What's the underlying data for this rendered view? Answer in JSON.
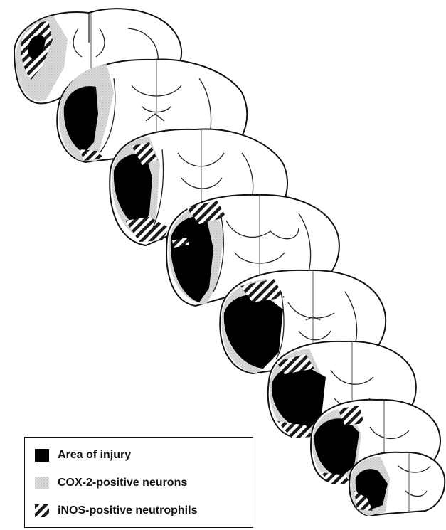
{
  "legend": {
    "items": [
      {
        "label": "Area of injury",
        "pattern": "solid-black",
        "color": "#000000"
      },
      {
        "label": "COX-2-positive neurons",
        "pattern": "light-stipple",
        "color": "#d9d9d9"
      },
      {
        "label": "iNOS-positive neutrophils",
        "pattern": "diagonal-hatch",
        "color": "#222222"
      }
    ]
  },
  "diagram": {
    "section_count": 8,
    "colors": {
      "injury": "#000000",
      "cox2": "#d0d0d0",
      "hatch": "#1a1a1a",
      "outline": "#111111"
    }
  }
}
